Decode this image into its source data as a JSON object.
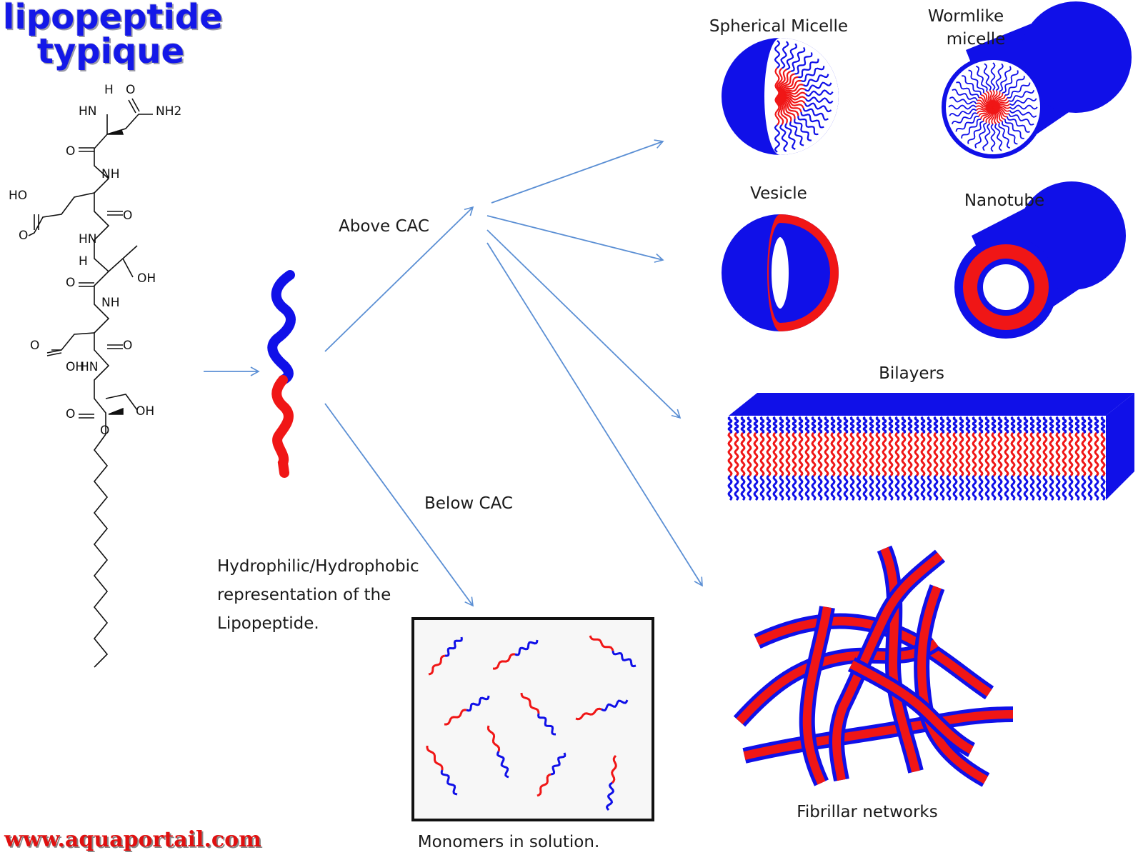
{
  "title": {
    "line1": "lipopeptide",
    "line2": "typique"
  },
  "watermark": "www.aquaportail.com",
  "colors": {
    "hydrophilic": "#1010e8",
    "hydrophobic": "#f01616",
    "arrow": "#5b8fd4",
    "title": "#1418e8",
    "watermark": "#e01010"
  },
  "molecule": {
    "atoms": [
      {
        "text": "H"
      },
      {
        "text": "HN"
      },
      {
        "text": "O"
      },
      {
        "text": "NH2"
      },
      {
        "text": "O"
      },
      {
        "text": "NH"
      },
      {
        "text": "HO"
      },
      {
        "text": "O"
      },
      {
        "text": "O"
      },
      {
        "text": "HN"
      },
      {
        "text": "H"
      },
      {
        "text": "OH"
      },
      {
        "text": "O"
      },
      {
        "text": "NH"
      },
      {
        "text": "O"
      },
      {
        "text": "O"
      },
      {
        "text": "OH"
      },
      {
        "text": "HN"
      },
      {
        "text": "O"
      },
      {
        "text": "OH"
      },
      {
        "text": "O"
      }
    ]
  },
  "labels": {
    "above_cac": "Above CAC",
    "below_cac": "Below CAC",
    "representation": [
      "Hydrophilic/Hydrophobic",
      "representation of the",
      "Lipopeptide."
    ],
    "spherical_micelle": "Spherical Micelle",
    "wormlike_micelle": [
      "Wormlike",
      "micelle"
    ],
    "vesicle": "Vesicle",
    "nanotube": "Nanotube",
    "bilayers": "Bilayers",
    "fibrillar_networks": "Fibrillar networks",
    "monomers": "Monomers in solution."
  }
}
